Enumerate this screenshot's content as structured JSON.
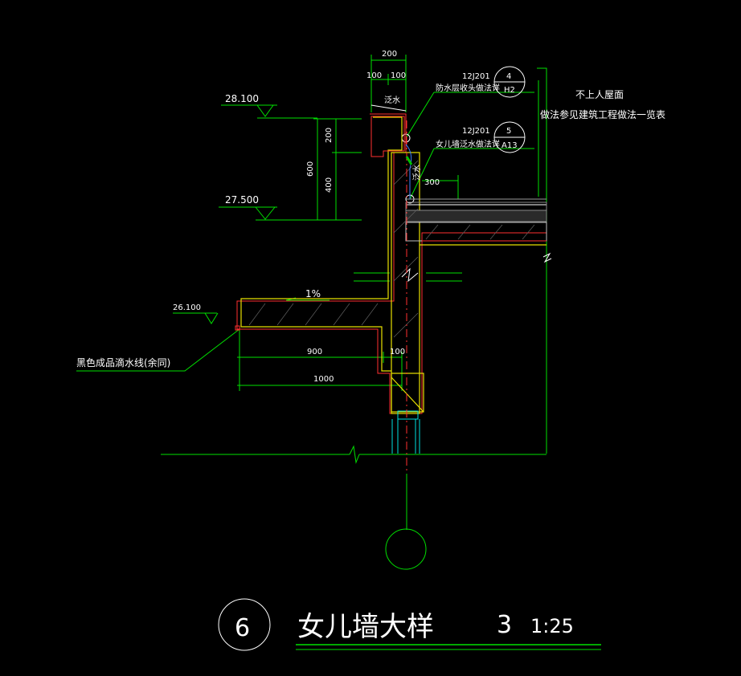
{
  "labels": {
    "elev_top": "28.100",
    "elev_mid": "27.500",
    "elev_low": "26.100",
    "dim_200_top": "200",
    "dim_100_a": "100",
    "dim_100_b": "100",
    "dim_200_v": "200",
    "dim_400_v": "400",
    "dim_600_v": "600",
    "dim_300": "300",
    "dim_900": "900",
    "dim_100_c": "100",
    "dim_1000": "1000",
    "slope": "1%",
    "drain": "泛水",
    "ref1_code": "12J201",
    "ref1_text": "防水层收头做法详",
    "ref1_num": "4",
    "ref1_sheet": "H2",
    "ref2_code": "12J201",
    "ref2_text": "女儿墙泛水做法详",
    "ref2_num": "5",
    "ref2_sheet": "A13",
    "roof_title": "不上人屋面",
    "roof_note": "做法参见建筑工程做法一览表",
    "drip_note": "黑色成品滴水线(余同)",
    "small_cn": "泛水",
    "detail_num": "6",
    "detail_title": "女儿墙大样",
    "sheet_num": "3",
    "scale": "1:25"
  }
}
